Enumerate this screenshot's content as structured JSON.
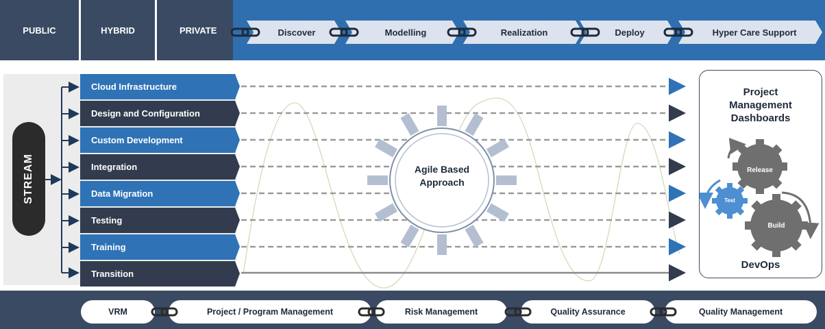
{
  "top_bar": {
    "cloud_types": [
      "PUBLIC",
      "HYBRID",
      "PRIVATE"
    ],
    "phases": [
      "Discover",
      "Modelling",
      "Realization",
      "Deploy",
      "Hyper Care Support"
    ]
  },
  "stream": {
    "label": "STREAM",
    "rows": [
      {
        "label": "Cloud Infrastructure",
        "color": "blue"
      },
      {
        "label": "Design and Configuration",
        "color": "dark"
      },
      {
        "label": "Custom Development",
        "color": "blue"
      },
      {
        "label": "Integration",
        "color": "dark"
      },
      {
        "label": "Data Migration",
        "color": "blue"
      },
      {
        "label": "Testing",
        "color": "dark"
      },
      {
        "label": "Training",
        "color": "blue"
      },
      {
        "label": "Transition",
        "color": "dark"
      }
    ]
  },
  "center": {
    "gear_text_line1": "Agile Based",
    "gear_text_line2": "Approach"
  },
  "right_panel": {
    "title_line1": "Project",
    "title_line2": "Management",
    "title_line3": "Dashboards",
    "gears": [
      "Release",
      "Test",
      "Build"
    ],
    "footer": "DevOps"
  },
  "bottom_bar": {
    "items": [
      "VRM",
      "Project / Program Management",
      "Risk Management",
      "Quality Assurance",
      "Quality Management"
    ]
  },
  "colors": {
    "dark_navy": "#3a4a63",
    "blue": "#2f73b6",
    "phase_fill": "#dde3ee",
    "gear_gray": "#6f6f6f",
    "test_blue": "#4d8fd1"
  }
}
